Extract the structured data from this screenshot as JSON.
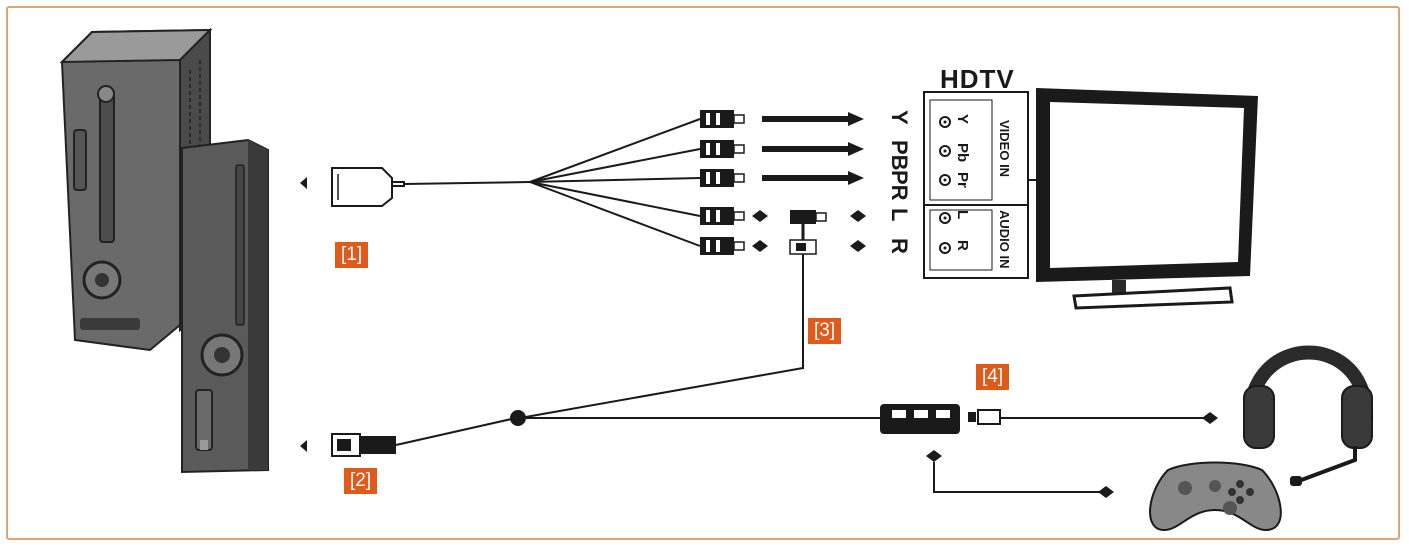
{
  "tv": {
    "title": "HDTV",
    "video_group_label": "VIDEO IN",
    "audio_group_label": "AUDIO IN",
    "video_ports": [
      "Y",
      "Pb",
      "Pr"
    ],
    "audio_ports": [
      "L",
      "R"
    ],
    "cable_labels": [
      "Y",
      "PB",
      "PR",
      "L",
      "R"
    ]
  },
  "badges": {
    "one": "[1]",
    "two": "[2]",
    "three": "[3]",
    "four": "[4]"
  },
  "colors": {
    "frame": "#d9a777",
    "badge": "#e05a1b",
    "device": "#555555",
    "line": "#1a1a1a"
  }
}
